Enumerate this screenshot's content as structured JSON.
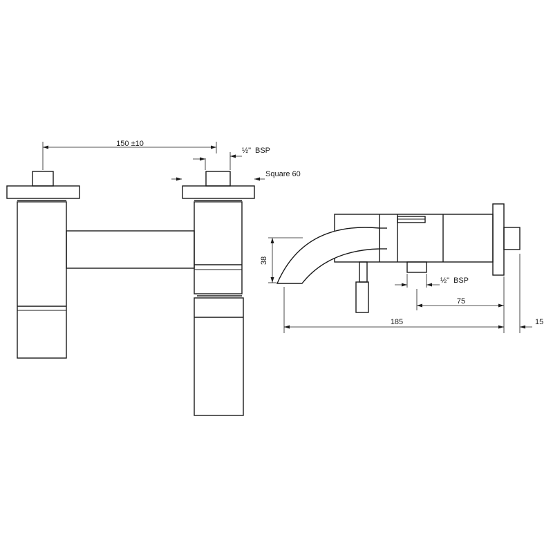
{
  "front_view": {
    "centres_label": "150 ±10",
    "thread_label": "BSP",
    "thread_fraction": "½\"",
    "flange_label": "Square 60"
  },
  "side_view": {
    "height_label": "38",
    "thread_label": "BSP",
    "thread_fraction": "½\"",
    "depth_label": "75",
    "projection_label": "185",
    "flange_label": "15"
  }
}
